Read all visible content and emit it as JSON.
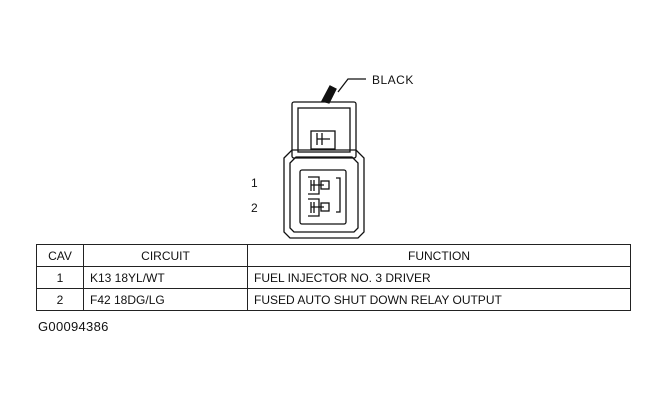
{
  "connector": {
    "wire_color_label": "BLACK",
    "pin_labels": [
      "1",
      "2"
    ]
  },
  "table": {
    "headers": [
      "CAV",
      "CIRCUIT",
      "FUNCTION"
    ],
    "rows": [
      {
        "cav": "1",
        "circuit": "K13 18YL/WT",
        "function": "FUEL INJECTOR NO. 3 DRIVER"
      },
      {
        "cav": "2",
        "circuit": "F42 18DG/LG",
        "function": "FUSED AUTO SHUT DOWN RELAY OUTPUT"
      }
    ]
  },
  "figure_id": "G00094386"
}
